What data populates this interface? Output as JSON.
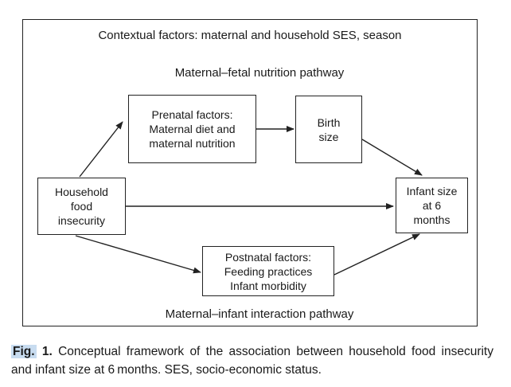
{
  "diagram": {
    "top_label": "Contextual factors: maternal and household SES, season",
    "upper_pathway_label": "Maternal–fetal nutrition pathway",
    "lower_pathway_label": "Maternal–infant interaction pathway",
    "boxes": {
      "household": [
        "Household",
        "food",
        "insecurity"
      ],
      "prenatal": [
        "Prenatal factors:",
        "Maternal diet and",
        "maternal nutrition"
      ],
      "birth": [
        "Birth",
        "size"
      ],
      "infant": [
        "Infant size",
        "at 6",
        "months"
      ],
      "postnatal": [
        "Postnatal factors:",
        "Feeding practices",
        "Infant morbidity"
      ]
    },
    "arrows": [
      {
        "from": "household",
        "to": "prenatal"
      },
      {
        "from": "prenatal",
        "to": "birth"
      },
      {
        "from": "birth",
        "to": "infant"
      },
      {
        "from": "household",
        "to": "infant"
      },
      {
        "from": "household",
        "to": "postnatal"
      },
      {
        "from": "postnatal",
        "to": "infant"
      }
    ]
  },
  "caption": {
    "fig_word": "Fig.",
    "fig_number": "1.",
    "text": "Conceptual framework of the association between household food insecurity and infant size at 6 months. SES, socio-economic status."
  },
  "colors": {
    "line": "#222222",
    "caption_highlight": "#c8dcf0"
  }
}
